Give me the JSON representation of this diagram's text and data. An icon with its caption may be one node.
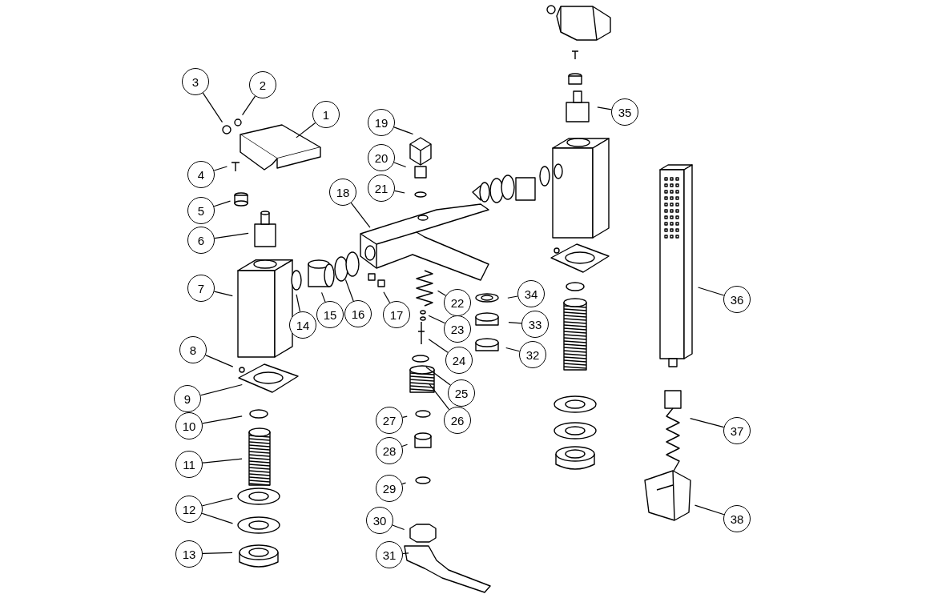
{
  "diagram": {
    "nodes": [
      {
        "text": [
          "1"
        ]
      },
      {
        "text": [
          "2"
        ]
      },
      {
        "text": [
          "3"
        ]
      },
      {
        "text": [
          "4"
        ]
      },
      {
        "text": [
          "5"
        ]
      },
      {
        "text": [
          "6"
        ]
      },
      {
        "text": [
          "7"
        ]
      },
      {
        "text": [
          "8"
        ]
      },
      {
        "text": [
          "9"
        ]
      },
      {
        "text": [
          "10"
        ]
      },
      {
        "text": [
          "11"
        ]
      },
      {
        "text": [
          "12"
        ]
      },
      {
        "text": [
          "13"
        ]
      },
      {
        "text": [
          "14"
        ]
      },
      {
        "text": [
          "15"
        ]
      },
      {
        "text": [
          "16"
        ]
      },
      {
        "text": [
          "17"
        ]
      },
      {
        "text": [
          "18"
        ]
      },
      {
        "text": [
          "19"
        ]
      },
      {
        "text": [
          "20"
        ]
      },
      {
        "text": [
          "21"
        ]
      },
      {
        "text": [
          "22"
        ]
      },
      {
        "text": [
          "23"
        ]
      },
      {
        "text": [
          "24"
        ]
      },
      {
        "text": [
          "25"
        ]
      },
      {
        "text": [
          "26"
        ]
      },
      {
        "text": [
          "27"
        ]
      },
      {
        "text": [
          "28"
        ]
      },
      {
        "text": [
          "29"
        ]
      },
      {
        "text": [
          "30"
        ]
      },
      {
        "text": [
          "31"
        ]
      },
      {
        "text": [
          "32"
        ]
      },
      {
        "text": [
          "33"
        ]
      },
      {
        "text": [
          "34"
        ]
      },
      {
        "text": [
          "35"
        ]
      },
      {
        "text": [
          "36"
        ]
      },
      {
        "text": [
          "37"
        ]
      },
      {
        "text": [
          "38"
        ]
      }
    ],
    "edges": [
      {
        "from": 0,
        "to": null,
        "arrow": "none"
      },
      {
        "from": 1,
        "to": null,
        "arrow": "none"
      },
      {
        "from": 2,
        "to": null,
        "arrow": "none"
      },
      {
        "from": 3,
        "to": null,
        "arrow": "none"
      },
      {
        "from": 4,
        "to": null,
        "arrow": "none"
      },
      {
        "from": 5,
        "to": null,
        "arrow": "none"
      },
      {
        "from": 6,
        "to": null,
        "arrow": "none"
      },
      {
        "from": 7,
        "to": null,
        "arrow": "none"
      },
      {
        "from": 8,
        "to": null,
        "arrow": "none"
      },
      {
        "from": 9,
        "to": null,
        "arrow": "none"
      },
      {
        "from": 10,
        "to": null,
        "arrow": "none"
      },
      {
        "from": 11,
        "to": null,
        "arrow": "none"
      },
      {
        "from": 11,
        "to": null,
        "arrow": "none"
      },
      {
        "from": 12,
        "to": null,
        "arrow": "none"
      },
      {
        "from": 13,
        "to": null,
        "arrow": "none"
      },
      {
        "from": 14,
        "to": null,
        "arrow": "none"
      },
      {
        "from": 15,
        "to": null,
        "arrow": "none"
      },
      {
        "from": 16,
        "to": null,
        "arrow": "none"
      },
      {
        "from": 17,
        "to": null,
        "arrow": "none"
      },
      {
        "from": 18,
        "to": null,
        "arrow": "none"
      },
      {
        "from": 19,
        "to": null,
        "arrow": "none"
      },
      {
        "from": 20,
        "to": null,
        "arrow": "none"
      },
      {
        "from": 21,
        "to": null,
        "arrow": "none"
      },
      {
        "from": 22,
        "to": null,
        "arrow": "none"
      },
      {
        "from": 23,
        "to": null,
        "arrow": "none"
      },
      {
        "from": 24,
        "to": null,
        "arrow": "none"
      },
      {
        "from": 25,
        "to": null,
        "arrow": "none"
      },
      {
        "from": 26,
        "to": null,
        "arrow": "none"
      },
      {
        "from": 27,
        "to": null,
        "arrow": "none"
      },
      {
        "from": 28,
        "to": null,
        "arrow": "none"
      },
      {
        "from": 29,
        "to": null,
        "arrow": "none"
      },
      {
        "from": 30,
        "to": null,
        "arrow": "none"
      },
      {
        "from": 31,
        "to": null,
        "arrow": "none"
      },
      {
        "from": 32,
        "to": null,
        "arrow": "none"
      },
      {
        "from": 33,
        "to": null,
        "arrow": "none"
      },
      {
        "from": 34,
        "to": null,
        "arrow": "none"
      },
      {
        "from": 35,
        "to": null,
        "arrow": "none"
      },
      {
        "from": 36,
        "to": null,
        "arrow": "none"
      },
      {
        "from": 37,
        "to": null,
        "arrow": "none"
      }
    ]
  }
}
